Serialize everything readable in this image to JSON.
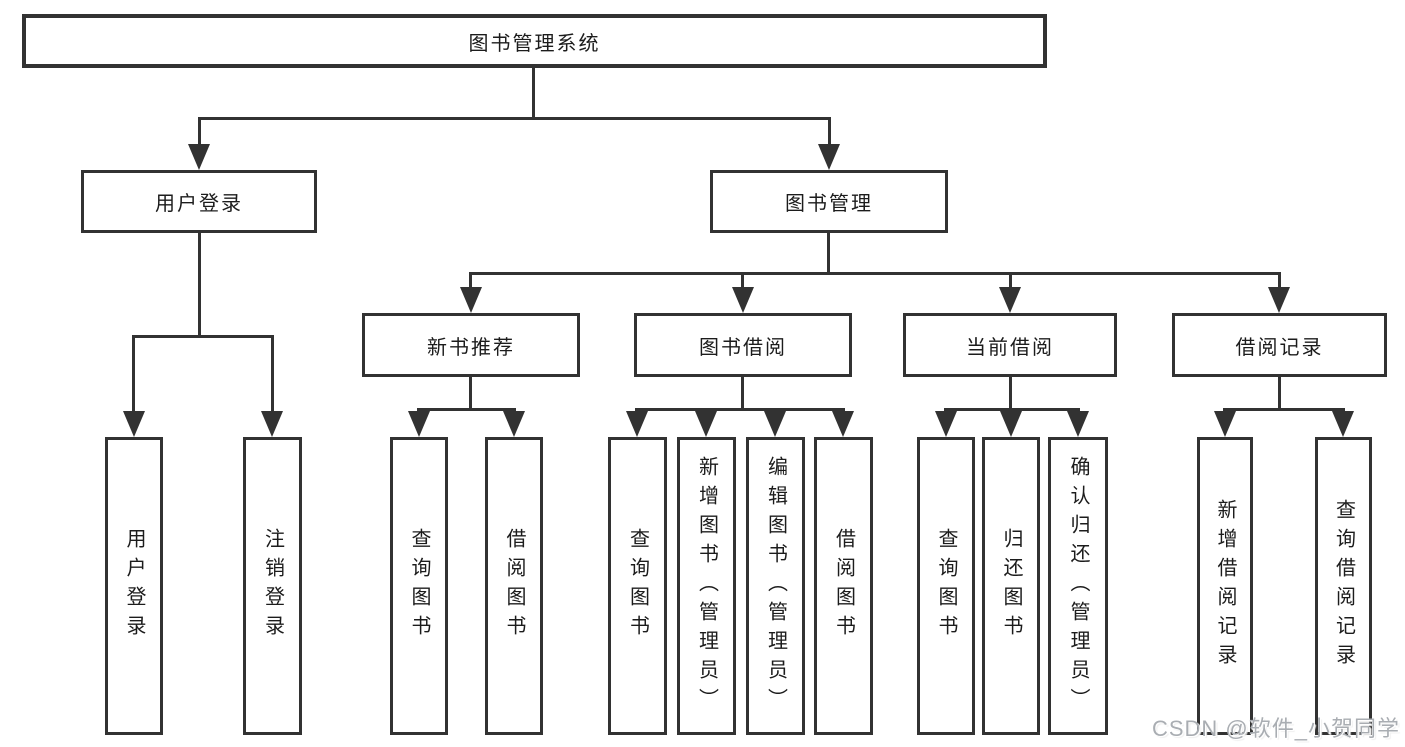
{
  "diagram": {
    "title": "图书管理系统",
    "nodes": {
      "root": "图书管理系统",
      "user_login": "用户登录",
      "book_mgmt": "图书管理",
      "new_book_rec": "新书推荐",
      "book_borrow": "图书借阅",
      "current_borrow": "当前借阅",
      "borrow_record": "借阅记录",
      "leaf_user_login": "用户登录",
      "leaf_logout": "注销登录",
      "leaf_nbr_query": "查询图书",
      "leaf_nbr_borrow": "借阅图书",
      "leaf_bb_query": "查询图书",
      "leaf_bb_add": "新增图书（管理员）",
      "leaf_bb_edit": "编辑图书（管理员）",
      "leaf_bb_borrow": "借阅图书",
      "leaf_cb_query": "查询图书",
      "leaf_cb_return": "归还图书",
      "leaf_cb_confirm": "确认归还（管理员）",
      "leaf_br_add": "新增借阅记录",
      "leaf_br_query": "查询借阅记录"
    }
  },
  "watermark": {
    "text": "CSDN @软件_小贺同学"
  },
  "colors": {
    "line": "#323232",
    "text": "#1c1c1c",
    "background": "#ffffff",
    "watermark_gray": "#a9adb2"
  }
}
